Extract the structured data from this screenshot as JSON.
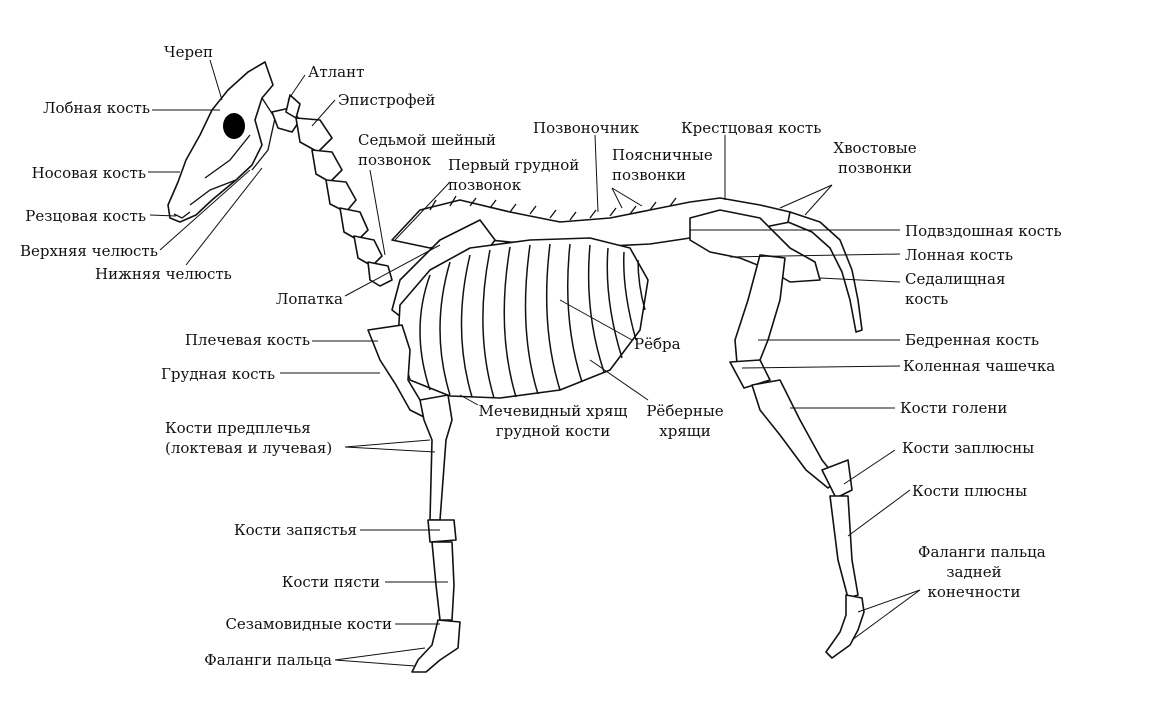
{
  "diagram": {
    "accent_color": "#111111",
    "labels": {
      "cherep": "Череп",
      "atlant": "Атлант",
      "lobnaya": "Лобная кость",
      "epistrofey": "Эпистрофей",
      "sedmoy": [
        "Седьмой шейный",
        "позвонок"
      ],
      "perviy_grudnoy": [
        "Первый грудной",
        "позвонок"
      ],
      "pozvonochnik": "Позвоночник",
      "poyasnichnye": [
        "Поясничные",
        "позвонки"
      ],
      "krestcovaya": "Крестцовая кость",
      "hvostovye": [
        "Хвостовые",
        "позвонки"
      ],
      "nosovaya": "Носовая кость",
      "rezcovaya": "Резцовая кость",
      "verhnyaya": "Верхняя челюсть",
      "nizhnyaya": "Нижняя челюсть",
      "lopatka": "Лопатка",
      "podvzdoshnaya": "Подвздошная кость",
      "lonnaya": "Лонная кость",
      "sedalishnaya": [
        "Седалищная",
        "кость"
      ],
      "plechevaya": "Плечевая кость",
      "rebra": "Рёбра",
      "bedrennaya": "Бедренная кость",
      "grudnaya": "Грудная кость",
      "kolennaya": "Коленная чашечка",
      "mechevidniy": [
        "Мечевидный хрящ",
        "грудной кости"
      ],
      "rebernye": [
        "Рёберные",
        "хрящи"
      ],
      "goleni": "Кости голени",
      "predplechya": [
        "Кости предплечья",
        "(локтевая и лучевая)"
      ],
      "zaplyusny": "Кости заплюсны",
      "plyusny": "Кости плюсны",
      "zapyastya": "Кости запястья",
      "pyasti": "Кости пясти",
      "falangi_zadney": [
        "Фаланги пальца",
        "задней",
        "конечности"
      ],
      "sezamovidnye": "Сезамовидные кости",
      "falangi": "Фаланги пальца"
    }
  }
}
